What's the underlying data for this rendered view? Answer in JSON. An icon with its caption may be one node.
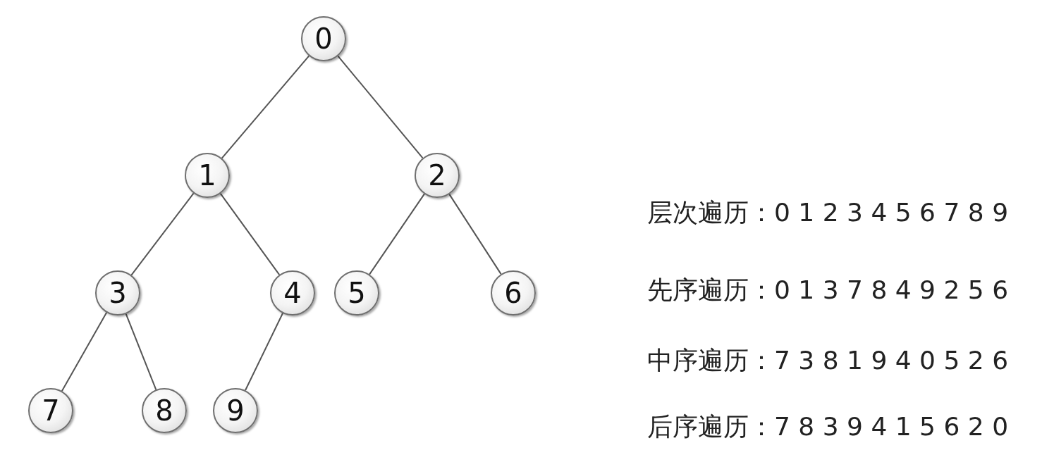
{
  "diagram": {
    "nodes": [
      {
        "text": [
          "0"
        ]
      },
      {
        "text": [
          "1"
        ]
      },
      {
        "text": [
          "2"
        ]
      },
      {
        "text": [
          "3"
        ]
      },
      {
        "text": [
          "4"
        ]
      },
      {
        "text": [
          "5"
        ]
      },
      {
        "text": [
          "6"
        ]
      },
      {
        "text": [
          "7"
        ]
      },
      {
        "text": [
          "8"
        ]
      },
      {
        "text": [
          "9"
        ]
      }
    ],
    "edges": [
      {
        "from": 0,
        "to": 1,
        "arrow": "none"
      },
      {
        "from": 0,
        "to": 2,
        "arrow": "none"
      },
      {
        "from": 1,
        "to": 3,
        "arrow": "none"
      },
      {
        "from": 1,
        "to": 4,
        "arrow": "none"
      },
      {
        "from": 2,
        "to": 5,
        "arrow": "none"
      },
      {
        "from": 2,
        "to": 6,
        "arrow": "none"
      },
      {
        "from": 3,
        "to": 7,
        "arrow": "none"
      },
      {
        "from": 3,
        "to": 8,
        "arrow": "none"
      },
      {
        "from": 4,
        "to": 9,
        "arrow": "none"
      }
    ],
    "labels": [
      "层次遍历：0 1 2 3 4 5 6 7 8 9",
      "先序遍历：0 1 3 7 8 4 9 2 5 6",
      "中序遍历：7 3 8 1 9 4 0 5 2 6",
      "后序遍历：7 8 3 9 4 1 5 6 2 0"
    ]
  }
}
